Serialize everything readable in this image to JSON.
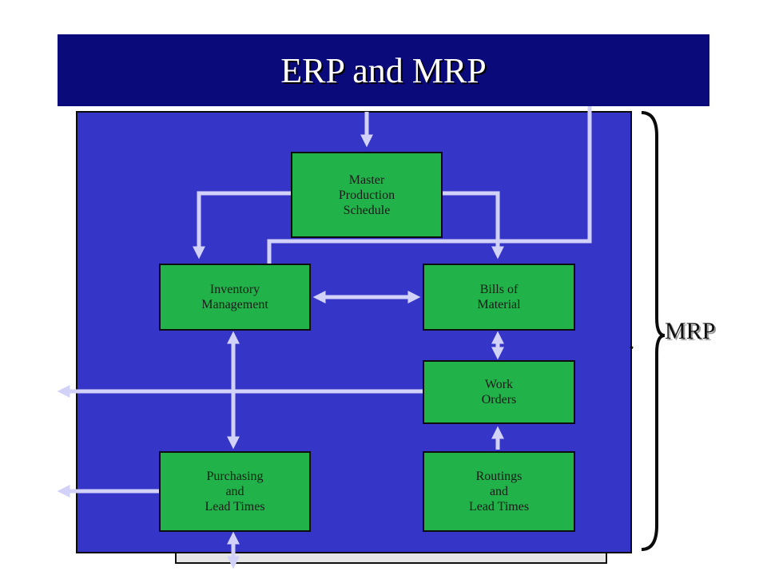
{
  "title": "ERP and MRP",
  "bracket_label": "MRP",
  "boxes": {
    "mps": "Master\nProduction\nSchedule",
    "inventory": "Inventory\nManagement",
    "bom": "Bills of\nMaterial",
    "work_orders": "Work\nOrders",
    "purchasing": "Purchasing\nand\nLead Times",
    "routings": "Routings\nand\nLead Times"
  },
  "colors": {
    "title_bar": "#0a0a7a",
    "panel": "#3535c8",
    "box": "#21b34a",
    "arrow": "#d2d2f8"
  }
}
